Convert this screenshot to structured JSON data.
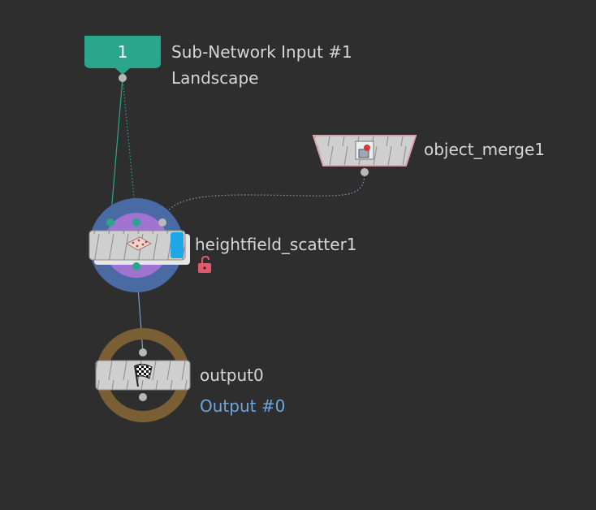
{
  "colors": {
    "background": "#2e2e2e",
    "subnet_input_tag": "#2aa68c",
    "wire_teal": "#2aa68c",
    "wire_blue": "#7da0c8",
    "ring_blue": "#4a6aa3",
    "ring_purple": "#a073d1",
    "ring_brown": "#7a5f34",
    "node_body": "#cfcfcf",
    "node_outline_pink": "#d9a3a8",
    "display_flag": "#1fa8e8",
    "lock_icon": "#e05a6a",
    "output_label": "#6fa6dc"
  },
  "nodes": {
    "subnet_input": {
      "tag": "1",
      "name": "Sub-Network Input #1",
      "comment": "Landscape"
    },
    "object_merge": {
      "name": "object_merge1",
      "icon": "object-merge-icon"
    },
    "heightfield_scatter": {
      "name": "heightfield_scatter1",
      "icon": "heightfield-scatter-icon",
      "status_icon": "unlock-icon"
    },
    "output": {
      "name": "output0",
      "comment": "Output #0",
      "icon": "checkered-flag-icon"
    }
  }
}
